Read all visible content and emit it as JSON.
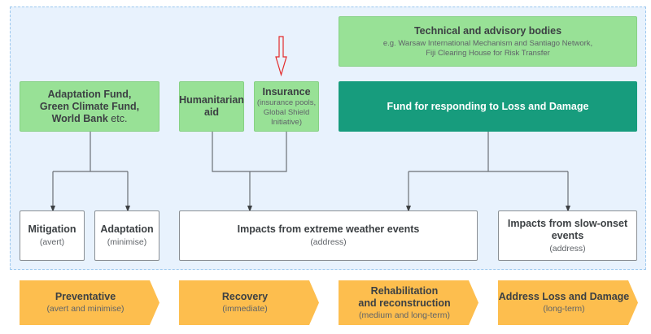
{
  "colors": {
    "frame_bg": "#e8f2fd",
    "green_box": "#98e196",
    "teal_box": "#179c7d",
    "chevron": "#fdbe4e",
    "connector": "#6b7075",
    "highlight_arrow": "#e32b2b"
  },
  "technical": {
    "title": "Technical and advisory bodies",
    "line1": "e.g. Warsaw International Mechanism and Santiago Network,",
    "line2": "Fiji Clearing House for Risk Transfer"
  },
  "funds": {
    "adaptation_line1": "Adaptation Fund,",
    "adaptation_line2": "Green Climate Fund,",
    "adaptation_line3_bold": "World Bank",
    "adaptation_line3_rest": " etc.",
    "humanitarian_line1": "Humanitarian",
    "humanitarian_line2": "aid",
    "insurance_title": "Insurance",
    "insurance_line1": "(insurance pools,",
    "insurance_line2": "Global Shield",
    "insurance_line3": "Initiative)",
    "loss_damage": "Fund for responding to Loss and Damage"
  },
  "outcomes": {
    "mitigation_title": "Mitigation",
    "mitigation_sub": "(avert)",
    "adaptation_title": "Adaptation",
    "adaptation_sub": "(minimise)",
    "extreme_title": "Impacts from extreme weather events",
    "extreme_sub": "(address)",
    "slow_title": "Impacts from slow-onset events",
    "slow_sub": "(address)"
  },
  "phases": [
    {
      "title": "Preventative",
      "sub": "(avert and minimise)"
    },
    {
      "title": "Recovery",
      "sub": "(immediate)"
    },
    {
      "title_line1": "Rehabilitation",
      "title_line2": "and reconstruction",
      "sub": "(medium and long-term)"
    },
    {
      "title": "Address Loss and Damage",
      "sub": "(long-term)"
    }
  ]
}
